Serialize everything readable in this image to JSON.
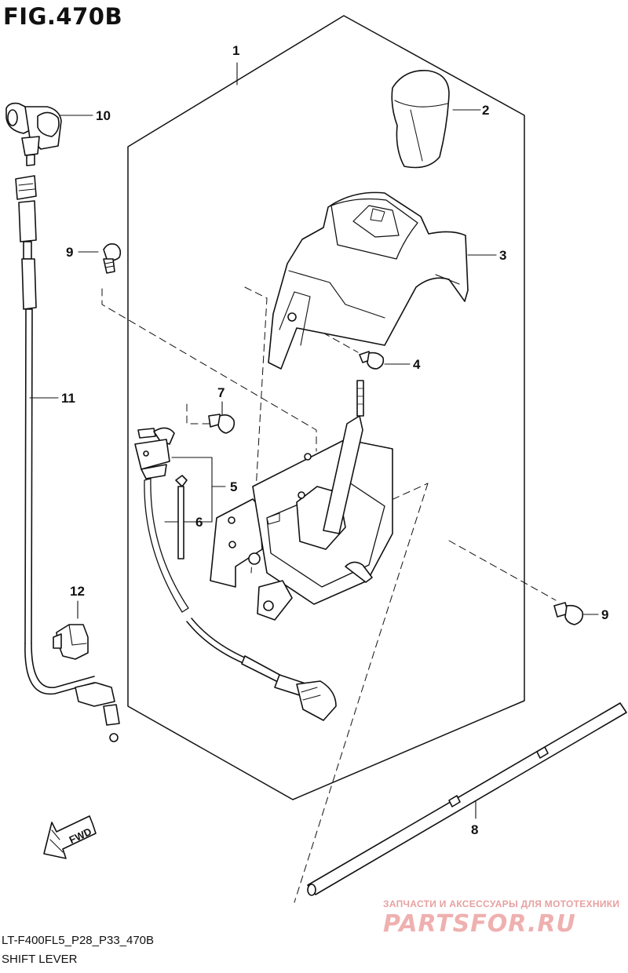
{
  "figure": {
    "title": "FIG.470B",
    "footer_code": "LT-F400FL5_P28_P33_470B",
    "footer_name": "SHIFT LEVER",
    "direction_label": "FWD"
  },
  "callouts": [
    "1",
    "2",
    "3",
    "4",
    "5",
    "6",
    "7",
    "8",
    "9",
    "9",
    "10",
    "11",
    "12"
  ],
  "watermark": {
    "line1": "ЗАПЧАСТИ И АКСЕССУАРЫ ДЛЯ МОТОТЕХНИКИ",
    "logo": "PARTSFOR.RU"
  },
  "colors": {
    "ink": "#111111",
    "fill": "#ffffff",
    "watermark": "#e7a1a1"
  }
}
